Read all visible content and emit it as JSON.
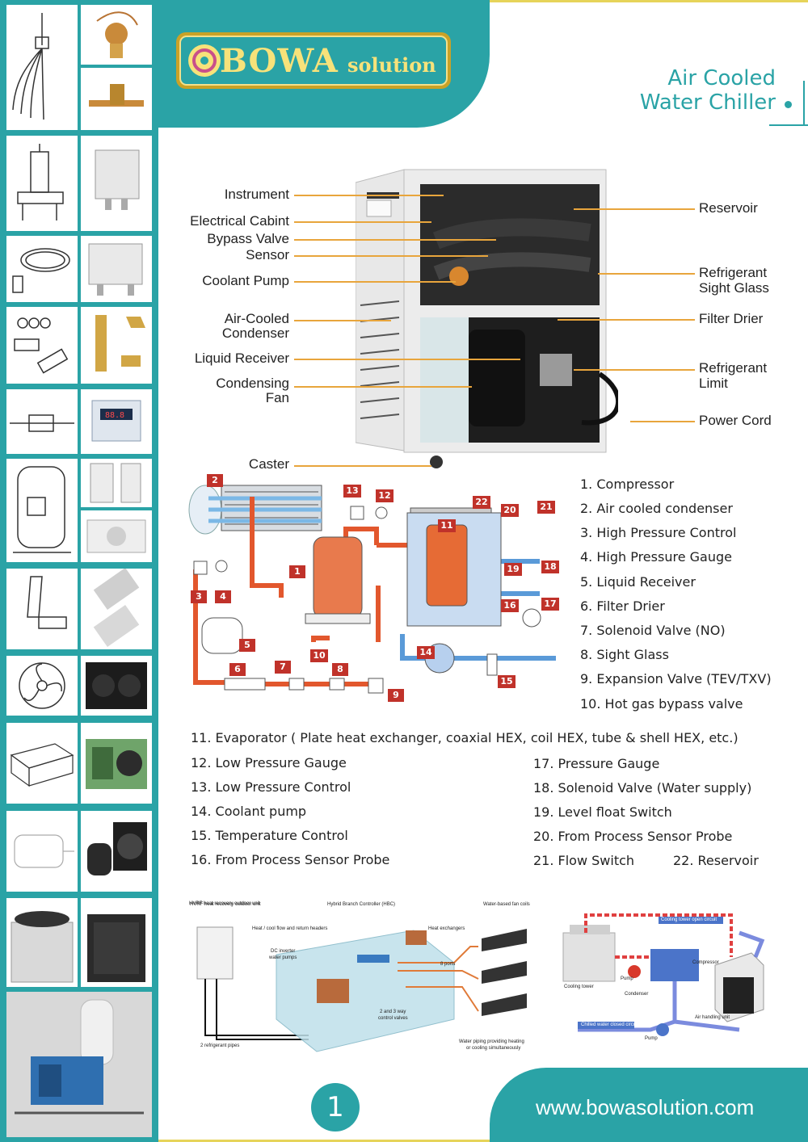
{
  "brand": {
    "logo_word": "BOWA",
    "logo_sub": "solution"
  },
  "title": {
    "line1": "Air Cooled",
    "line2": "Water Chiller"
  },
  "accent_color": "#2aa3a6",
  "callouts_left": [
    "Instrument",
    "Electrical Cabint",
    "Bypass Valve",
    "Sensor",
    "Coolant Pump",
    "Air-Cooled",
    "Condenser",
    "Liquid Receiver",
    "Condensing",
    "Fan",
    "Caster"
  ],
  "callouts_right": [
    "Reservoir",
    "Refrigerant",
    "Sight Glass",
    "Filter Drier",
    "Refrigerant",
    "Limit",
    "Power Cord"
  ],
  "legend": [
    "1. Compressor",
    "2. Air cooled condenser",
    "3. High Pressure Control",
    "4. High Pressure Gauge",
    "5. Liquid Receiver",
    "6. Filter Drier",
    "7. Solenoid Valve (NO)",
    "8. Sight Glass",
    "9. Expansion Valve (TEV/TXV)",
    "10. Hot gas bypass valve"
  ],
  "legend_more": {
    "item11": "11. Evaporator ( Plate heat exchanger, coaxial HEX, coil HEX, tube & shell HEX, etc.)",
    "left": [
      "12. Low Pressure Gauge",
      "13. Low Pressure  Control",
      "14. Coolant pump",
      "15. Temperature Control",
      "16. From Process Sensor Probe"
    ],
    "right": [
      "17. Pressure Gauge",
      "18. Solenoid Valve (Water supply)",
      "19. Level float Switch",
      "20. From Process Sensor Probe",
      "21. Flow Switch",
      "22. Reservoir"
    ]
  },
  "schematic_tags": [
    "1",
    "2",
    "3",
    "4",
    "5",
    "6",
    "7",
    "8",
    "9",
    "10",
    "11",
    "12",
    "13",
    "14",
    "15",
    "16",
    "17",
    "18",
    "19",
    "20",
    "21",
    "22"
  ],
  "bottom_left_labels": {
    "hvrf": "HVRF heat recovery outdoor unit",
    "hbc": "Hybrid Branch Controller (HBC)",
    "fancoils": "Water-based fan coils",
    "headers": "Heat / cool flow and return headers",
    "hex": "Heat exchangers",
    "dc_pumps_1": "DC inverter",
    "dc_pumps_2": "water pumps",
    "ports": "8 ports",
    "valves_1": "2 and 3 way",
    "valves_2": "control valves",
    "pipes": "2 refrigerant pipes",
    "water_1": "Water piping providing heating",
    "water_2": "or cooling simultaneously"
  },
  "bottom_right_labels": {
    "open": "Cooling tower open circuit",
    "closed": "Chilled water closed circuit",
    "compressor": "Compressor",
    "tower": "Cooling tower",
    "pump1": "Pump",
    "condenser": "Condenser",
    "ahu": "Air handling unit",
    "pump2": "Pump"
  },
  "page_number": "1",
  "website": "www.bowasolution.com"
}
